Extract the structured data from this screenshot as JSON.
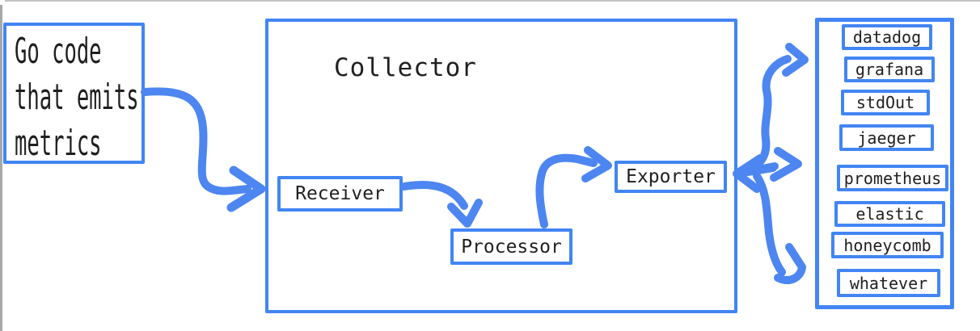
{
  "colors": {
    "accent_blue": "#4285f4",
    "arrow_blue": "#4d86f0",
    "text": "#1f1f1f",
    "edge_gray": "#a8a8a8"
  },
  "source_box": {
    "lines": [
      "Go code",
      "that emits",
      "metrics"
    ]
  },
  "collector": {
    "title": "Collector",
    "stages": [
      {
        "label": "Receiver"
      },
      {
        "label": "Processor"
      },
      {
        "label": "Exporter"
      }
    ]
  },
  "destinations": {
    "items": [
      {
        "label": "datadog"
      },
      {
        "label": "grafana"
      },
      {
        "label": "stdOut"
      },
      {
        "label": "jaeger"
      },
      {
        "label": "prometheus"
      },
      {
        "label": "elastic"
      },
      {
        "label": "honeycomb"
      },
      {
        "label": "whatever"
      }
    ]
  },
  "arrows": [
    {
      "name": "arrow-source-to-collector"
    },
    {
      "name": "arrow-receiver-to-processor"
    },
    {
      "name": "arrow-processor-to-exporter"
    },
    {
      "name": "arrow-exporter-fanout-left"
    },
    {
      "name": "arrow-exporter-fanout-top"
    },
    {
      "name": "arrow-exporter-fanout-middle"
    },
    {
      "name": "arrow-exporter-fanout-bottom"
    }
  ]
}
